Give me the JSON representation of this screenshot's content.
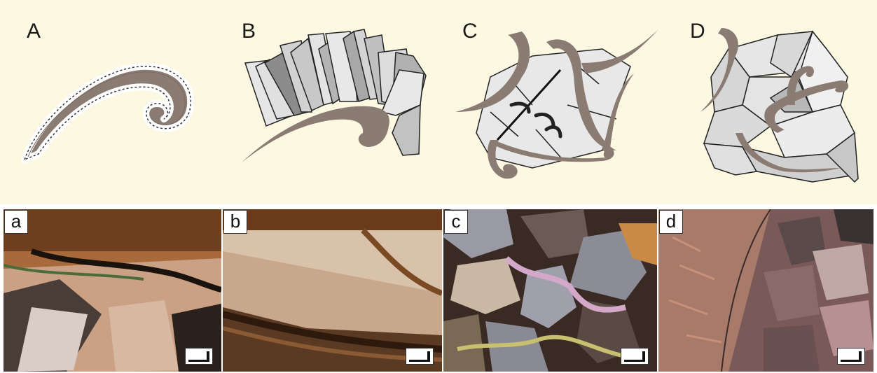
{
  "panels_top": [
    {
      "label": "A",
      "description_icon": "snake-inclusion-icon"
    },
    {
      "label": "B",
      "description_icon": "fan-crystals-icon"
    },
    {
      "label": "C",
      "description_icon": "hooked-grain-icon"
    },
    {
      "label": "D",
      "description_icon": "polygonal-grains-icon"
    }
  ],
  "panels_bottom": [
    {
      "label": "a"
    },
    {
      "label": "b"
    },
    {
      "label": "c"
    },
    {
      "label": "d"
    }
  ],
  "colors": {
    "background": "#fdf8e1",
    "inclusion_fill": "#8a7b73",
    "crystal_light": "#e6e6e6",
    "crystal_mid": "#b8b8b8",
    "crystal_dark": "#8c8c8c"
  }
}
